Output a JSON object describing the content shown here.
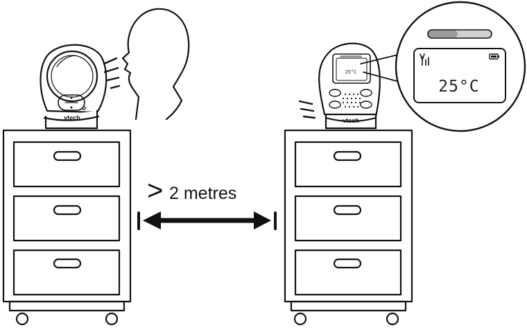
{
  "distance": {
    "symbol": ">",
    "text": "2 metres"
  },
  "baby_unit": {
    "brand": "vtech"
  },
  "parent_unit": {
    "brand": "vtech",
    "screen_temperature": "25°C"
  },
  "zoom_display": {
    "temperature": "25°C"
  }
}
